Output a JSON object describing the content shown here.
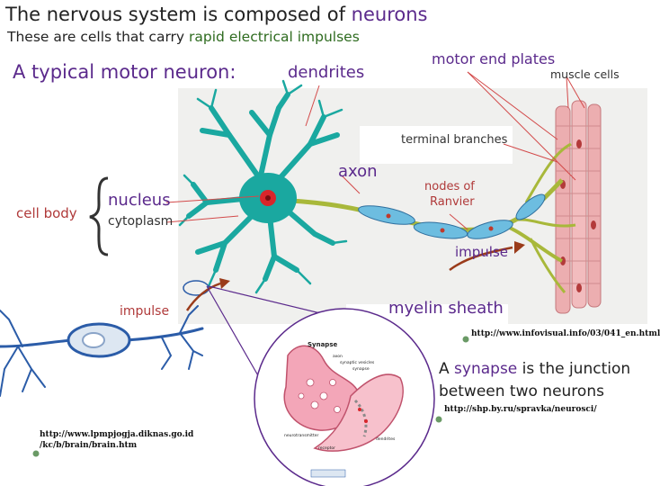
{
  "title": {
    "prefix": "The nervous system is composed of ",
    "highlight": "neurons"
  },
  "subtitle": {
    "prefix": "These are cells that carry ",
    "highlight": "rapid electrical impulses"
  },
  "heading": "A typical motor neuron:",
  "labels": {
    "dendrites": "dendrites",
    "motor_end_plates": "motor end plates",
    "muscle_cells": "muscle cells",
    "terminal_branches": "terminal branches",
    "axon": "axon",
    "nodes_of_ranvier_1": "nodes of",
    "nodes_of_ranvier_2": "Ranvier",
    "cell_body": "cell body",
    "nucleus": "nucleus",
    "cytoplasm": "cytoplasm",
    "impulse_right": "impulse",
    "impulse_left": "impulse",
    "myelin_sheath": "myelin sheath"
  },
  "synapse_text": {
    "prefix": "A ",
    "highlight": "synapse",
    "suffix": " is the junction",
    "line2": "between two neurons"
  },
  "inset_labels": {
    "synapse": "Synapse",
    "axon": "axon",
    "synaptic_vesicles": "synaptic vesicles",
    "synapse_small": "synapse",
    "neurotransmitter": "neurotransmitter",
    "receptor": "receptor",
    "dendrites": "dendrites"
  },
  "urls": {
    "infovisual": "http://www.infovisual.info/03/041_en.html",
    "shp": "http://shp.by.ru/spravka/neurosci/",
    "lpmp_1": "http://www.lpmpjogja.diknas.go.id",
    "lpmp_2": "/kc/b/brain/brain.htm"
  },
  "colors": {
    "neuron": "#18a7a0",
    "myelin": "#5fb5d8",
    "axon": "#a8b83a",
    "muscle": "#e8a0a4",
    "purple": "#5b2a8c",
    "blue_neuron": "#2b5ca8"
  }
}
